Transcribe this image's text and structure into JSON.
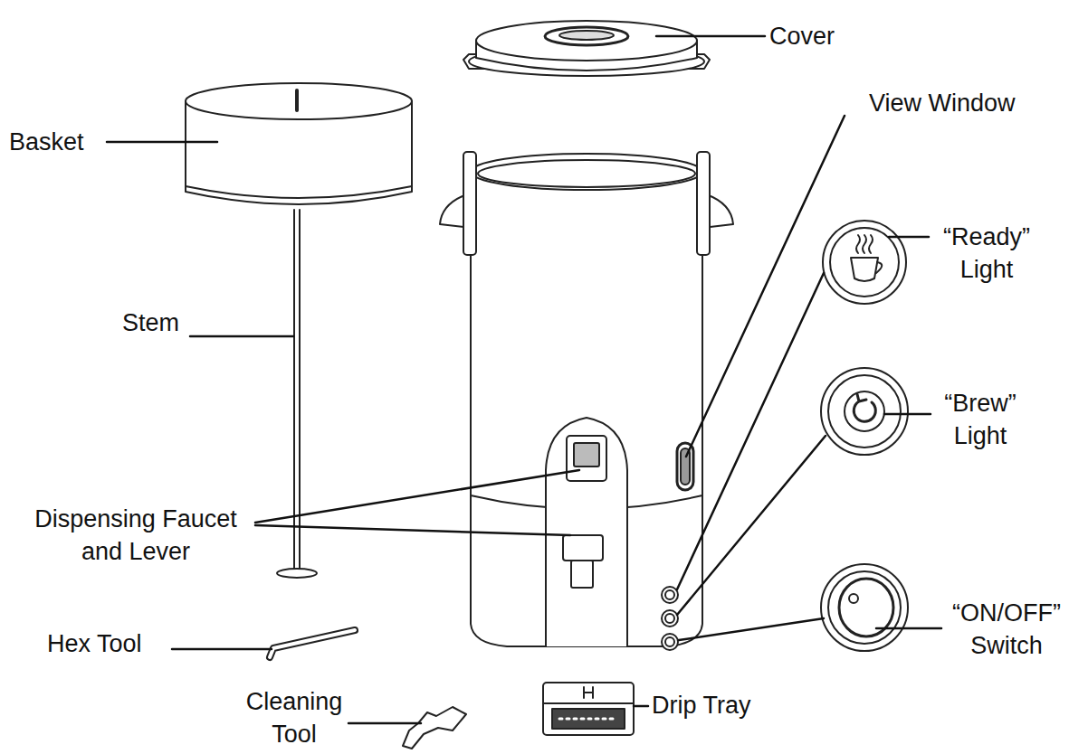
{
  "diagram": {
    "labels": [
      "Cover",
      "View Window",
      "Basket",
      "“Ready” Light",
      "Stem",
      "“Brew” Light",
      "Dispensing Faucet and Lever",
      "“ON/OFF” Switch",
      "Hex Tool",
      "Cleaning Tool",
      "Drip Tray"
    ]
  }
}
